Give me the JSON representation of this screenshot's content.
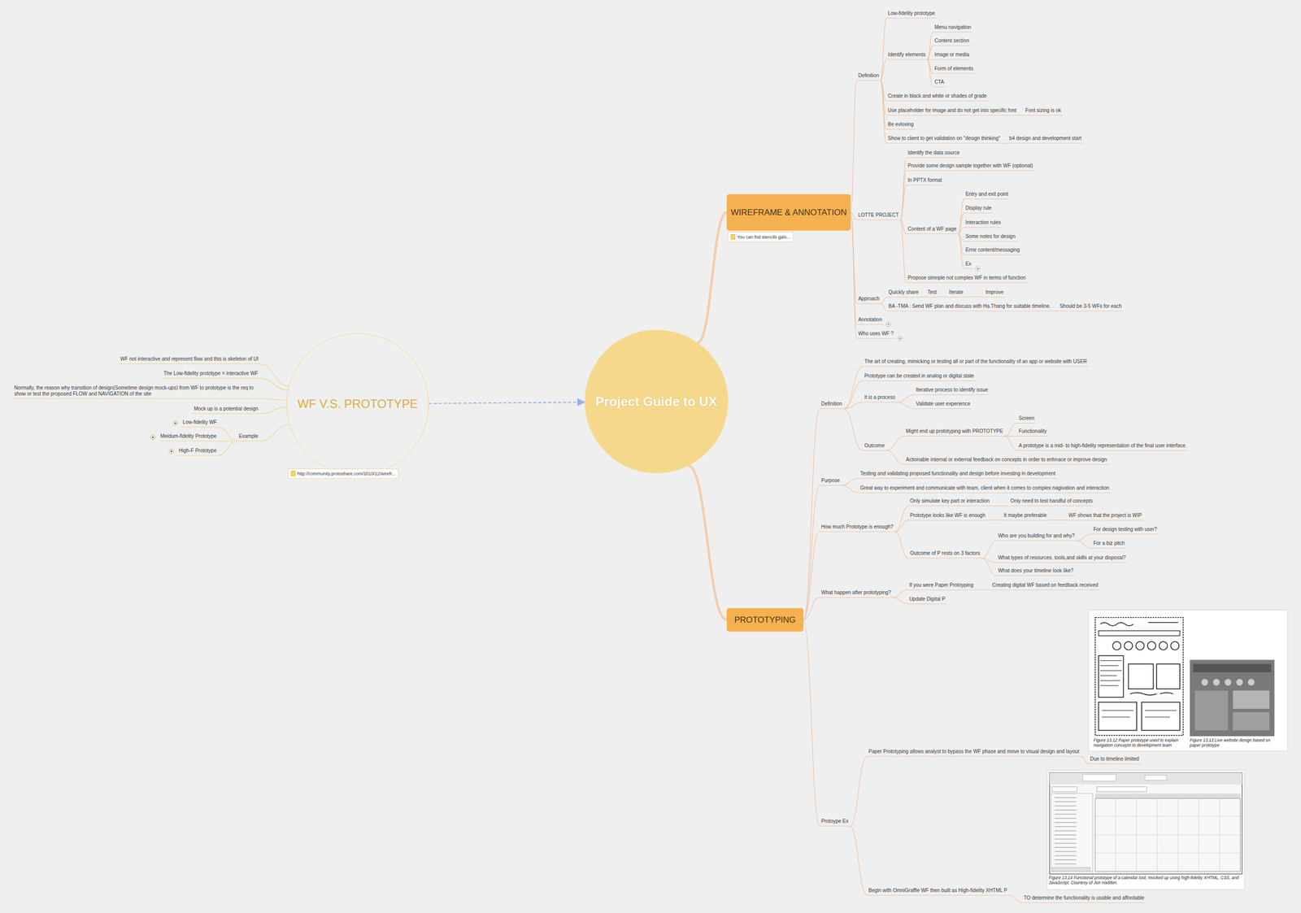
{
  "diagram": {
    "nodes": [
      {
        "text": [
          "Project Guide to UX"
        ]
      },
      {
        "text": [
          "WIREFRAME & ANNOTATION"
        ]
      },
      {
        "text": [
          "You can fnd stencils galo..."
        ]
      },
      {
        "text": [
          "Definition"
        ]
      },
      {
        "text": [
          "Low-fidelity prototype"
        ]
      },
      {
        "text": [
          "Identify elements"
        ]
      },
      {
        "text": [
          "Menu navigation"
        ]
      },
      {
        "text": [
          "Content section"
        ]
      },
      {
        "text": [
          "Image or media"
        ]
      },
      {
        "text": [
          "Form of elements"
        ]
      },
      {
        "text": [
          "CTA"
        ]
      },
      {
        "text": [
          "Create in black and white or shades of grade"
        ]
      },
      {
        "text": [
          "Use placeholder for image and do not get into specific font"
        ]
      },
      {
        "text": [
          "Font sizing is ok"
        ]
      },
      {
        "text": [
          "Be evloving"
        ]
      },
      {
        "text": [
          "Show to client to get validation on \"design thinking\""
        ]
      },
      {
        "text": [
          "b4 design and development start"
        ]
      },
      {
        "text": [
          "LOTTE PROJECT"
        ]
      },
      {
        "text": [
          "Identify the data source"
        ]
      },
      {
        "text": [
          "Provide some design sample together with WF (optional)"
        ]
      },
      {
        "text": [
          "In PPTX format"
        ]
      },
      {
        "text": [
          "Content of a WF page"
        ]
      },
      {
        "text": [
          "Entry and exit point"
        ]
      },
      {
        "text": [
          "Display rule"
        ]
      },
      {
        "text": [
          "Interaction rules"
        ]
      },
      {
        "text": [
          "Some notes for design"
        ]
      },
      {
        "text": [
          "Error content/messaging"
        ]
      },
      {
        "text": [
          "Ex"
        ]
      },
      {
        "text": [
          "Propose simnple not complex WF in terms of function"
        ]
      },
      {
        "text": [
          "Approach"
        ]
      },
      {
        "text": [
          "Quickly share"
        ]
      },
      {
        "text": [
          "Test"
        ]
      },
      {
        "text": [
          "Iterate"
        ]
      },
      {
        "text": [
          "Improve"
        ]
      },
      {
        "text": [
          "BA -TMA : Send WF plan and discuss with Ha.Thang for suitable timeline."
        ]
      },
      {
        "text": [
          "Should be 3-5 WFs for each"
        ]
      },
      {
        "text": [
          "Annotation"
        ]
      },
      {
        "text": [
          "Who uses WF ?"
        ]
      },
      {
        "text": [
          "PROTOTYPING"
        ]
      },
      {
        "text": [
          "Definition"
        ]
      },
      {
        "text": [
          "The art of creating, mimicking or testing all or part of the functionality of an app or website with USER"
        ]
      },
      {
        "text": [
          "Prototype can be created in analog or digital state"
        ]
      },
      {
        "text": [
          "It is a process"
        ]
      },
      {
        "text": [
          "Iterative process to identify issue"
        ]
      },
      {
        "text": [
          "Validate user experience"
        ]
      },
      {
        "text": [
          "Outcome"
        ]
      },
      {
        "text": [
          "Might end up prototyping with PROTOTYPE"
        ]
      },
      {
        "text": [
          "Screen"
        ]
      },
      {
        "text": [
          "Functionality"
        ]
      },
      {
        "text": [
          "A prototype is a mid- to high-fidelity representation of the final user interface."
        ]
      },
      {
        "text": [
          "Actionable internal or external feedback on concepts in order to enhnace or improve design"
        ]
      },
      {
        "text": [
          "Purpose"
        ]
      },
      {
        "text": [
          "Testing and validating proposed functionality and design before investing in development"
        ]
      },
      {
        "text": [
          "Great way to experiment and communicate with team, client when it comes to complex nagivation and interaction"
        ]
      },
      {
        "text": [
          "How much Prototype is enough?"
        ]
      },
      {
        "text": [
          "Only simulate key part or interaction"
        ]
      },
      {
        "text": [
          "Only need to test handful of concepts"
        ]
      },
      {
        "text": [
          "Prototype looks like WF is enough"
        ]
      },
      {
        "text": [
          "It maybe preferable"
        ]
      },
      {
        "text": [
          "WF shows that the project is WIP"
        ]
      },
      {
        "text": [
          "Outcome of P rests on 3 factors"
        ]
      },
      {
        "text": [
          "Who are you building for and why?"
        ]
      },
      {
        "text": [
          "For design testing with user?"
        ]
      },
      {
        "text": [
          "For a biz pitch"
        ]
      },
      {
        "text": [
          "What types of resources, tools,and skills at your disposal?"
        ]
      },
      {
        "text": [
          "What does your timeline look like?"
        ]
      },
      {
        "text": [
          "What happen after prototyping?"
        ]
      },
      {
        "text": [
          "If you were Paper Protoyping"
        ]
      },
      {
        "text": [
          "Creating digital WF based on feedback received"
        ]
      },
      {
        "text": [
          "Update Digital P"
        ]
      },
      {
        "text": [
          "Protoype Ex"
        ]
      },
      {
        "text": [
          "Paper Prototyping allows analyst to bypass the WF phase and move to visual design and layout"
        ]
      },
      {
        "text": [
          "Due to timeline limited"
        ]
      },
      {
        "text": [
          "Begin with OmniGraffle WF then built as High-fidelity XHTML P"
        ]
      },
      {
        "text": [
          "TO determine the functionality is usable and affordable"
        ]
      },
      {
        "text": [
          "WF V.S. PROTOTYPE"
        ]
      },
      {
        "text": [
          "http://community.protoshare.com/2010/12/wirefr..."
        ]
      },
      {
        "text": [
          "WF not interactive and represent flow and this is skeleton of UI"
        ]
      },
      {
        "text": [
          "The Low-fidelity prototype = interactive WF"
        ]
      },
      {
        "text": [
          "Normally, the reason why transition of design(Sometime design mock-ups) from WF to prototype is the req to show or test the proposed FLOW and NAVIGATION of the site"
        ]
      },
      {
        "text": [
          "Mock up is a potential design"
        ]
      },
      {
        "text": [
          "Example"
        ]
      },
      {
        "text": [
          "Low-fidelity WF"
        ]
      },
      {
        "text": [
          "Meidum-fidelity Prototype"
        ]
      },
      {
        "text": [
          "High-F Prototype"
        ]
      }
    ],
    "edges": [
      {
        "from": 0,
        "to": 1,
        "arrow": "none"
      },
      {
        "from": 0,
        "to": 38,
        "arrow": "none"
      },
      {
        "from": 1,
        "to": 3,
        "arrow": "none"
      },
      {
        "from": 3,
        "to": 4,
        "arrow": "none"
      },
      {
        "from": 3,
        "to": 5,
        "arrow": "none"
      },
      {
        "from": 5,
        "to": 6,
        "arrow": "none"
      },
      {
        "from": 5,
        "to": 7,
        "arrow": "none"
      },
      {
        "from": 5,
        "to": 8,
        "arrow": "none"
      },
      {
        "from": 5,
        "to": 9,
        "arrow": "none"
      },
      {
        "from": 5,
        "to": 10,
        "arrow": "none"
      },
      {
        "from": 3,
        "to": 11,
        "arrow": "none"
      },
      {
        "from": 3,
        "to": 12,
        "arrow": "none"
      },
      {
        "from": 12,
        "to": 13,
        "arrow": "none"
      },
      {
        "from": 3,
        "to": 14,
        "arrow": "none"
      },
      {
        "from": 3,
        "to": 15,
        "arrow": "none"
      },
      {
        "from": 15,
        "to": 16,
        "arrow": "none"
      },
      {
        "from": 1,
        "to": 17,
        "arrow": "none"
      },
      {
        "from": 17,
        "to": 18,
        "arrow": "none"
      },
      {
        "from": 17,
        "to": 19,
        "arrow": "none"
      },
      {
        "from": 17,
        "to": 20,
        "arrow": "none"
      },
      {
        "from": 17,
        "to": 21,
        "arrow": "none"
      },
      {
        "from": 21,
        "to": 22,
        "arrow": "none"
      },
      {
        "from": 21,
        "to": 23,
        "arrow": "none"
      },
      {
        "from": 21,
        "to": 24,
        "arrow": "none"
      },
      {
        "from": 21,
        "to": 25,
        "arrow": "none"
      },
      {
        "from": 21,
        "to": 26,
        "arrow": "none"
      },
      {
        "from": 21,
        "to": 27,
        "arrow": "none"
      },
      {
        "from": 17,
        "to": 28,
        "arrow": "none"
      },
      {
        "from": 1,
        "to": 29,
        "arrow": "none"
      },
      {
        "from": 29,
        "to": 30,
        "arrow": "none"
      },
      {
        "from": 30,
        "to": 31,
        "arrow": "none"
      },
      {
        "from": 31,
        "to": 32,
        "arrow": "none"
      },
      {
        "from": 32,
        "to": 33,
        "arrow": "none"
      },
      {
        "from": 29,
        "to": 34,
        "arrow": "none"
      },
      {
        "from": 34,
        "to": 35,
        "arrow": "none"
      },
      {
        "from": 1,
        "to": 36,
        "arrow": "none"
      },
      {
        "from": 1,
        "to": 37,
        "arrow": "none"
      },
      {
        "from": 38,
        "to": 39,
        "arrow": "none"
      },
      {
        "from": 39,
        "to": 40,
        "arrow": "none"
      },
      {
        "from": 39,
        "to": 41,
        "arrow": "none"
      },
      {
        "from": 39,
        "to": 42,
        "arrow": "none"
      },
      {
        "from": 42,
        "to": 43,
        "arrow": "none"
      },
      {
        "from": 42,
        "to": 44,
        "arrow": "none"
      },
      {
        "from": 39,
        "to": 45,
        "arrow": "none"
      },
      {
        "from": 45,
        "to": 46,
        "arrow": "none"
      },
      {
        "from": 46,
        "to": 47,
        "arrow": "none"
      },
      {
        "from": 46,
        "to": 48,
        "arrow": "none"
      },
      {
        "from": 46,
        "to": 49,
        "arrow": "none"
      },
      {
        "from": 45,
        "to": 50,
        "arrow": "none"
      },
      {
        "from": 38,
        "to": 51,
        "arrow": "none"
      },
      {
        "from": 51,
        "to": 52,
        "arrow": "none"
      },
      {
        "from": 51,
        "to": 53,
        "arrow": "none"
      },
      {
        "from": 38,
        "to": 54,
        "arrow": "none"
      },
      {
        "from": 54,
        "to": 55,
        "arrow": "none"
      },
      {
        "from": 55,
        "to": 56,
        "arrow": "none"
      },
      {
        "from": 54,
        "to": 57,
        "arrow": "none"
      },
      {
        "from": 57,
        "to": 58,
        "arrow": "none"
      },
      {
        "from": 58,
        "to": 59,
        "arrow": "none"
      },
      {
        "from": 54,
        "to": 60,
        "arrow": "none"
      },
      {
        "from": 60,
        "to": 61,
        "arrow": "none"
      },
      {
        "from": 61,
        "to": 62,
        "arrow": "none"
      },
      {
        "from": 61,
        "to": 63,
        "arrow": "none"
      },
      {
        "from": 60,
        "to": 64,
        "arrow": "none"
      },
      {
        "from": 60,
        "to": 65,
        "arrow": "none"
      },
      {
        "from": 38,
        "to": 66,
        "arrow": "none"
      },
      {
        "from": 66,
        "to": 67,
        "arrow": "none"
      },
      {
        "from": 67,
        "to": 68,
        "arrow": "none"
      },
      {
        "from": 66,
        "to": 69,
        "arrow": "none"
      },
      {
        "from": 38,
        "to": 70,
        "arrow": "none"
      },
      {
        "from": 70,
        "to": 71,
        "arrow": "none"
      },
      {
        "from": 71,
        "to": 72,
        "arrow": "none"
      },
      {
        "from": 70,
        "to": 73,
        "arrow": "none"
      },
      {
        "from": 73,
        "to": 74,
        "arrow": "none"
      },
      {
        "from": 75,
        "to": 0,
        "arrow": "to"
      },
      {
        "from": 75,
        "to": 77,
        "arrow": "none"
      },
      {
        "from": 75,
        "to": 78,
        "arrow": "none"
      },
      {
        "from": 75,
        "to": 79,
        "arrow": "none"
      },
      {
        "from": 75,
        "to": 80,
        "arrow": "none"
      },
      {
        "from": 75,
        "to": 81,
        "arrow": "none"
      },
      {
        "from": 81,
        "to": 82,
        "arrow": "none"
      },
      {
        "from": 81,
        "to": 83,
        "arrow": "none"
      },
      {
        "from": 81,
        "to": 84,
        "arrow": "none"
      }
    ],
    "labels": [
      "Figure 13.12 Paper prototype used to explain navigation concepts to development team",
      "Figure 13.13 Live website design based on paper prototype",
      "Figure 13.14 Functional prototype of a calendar tool, mocked up using high-fidelity XHTML, CSS, and JavaScript. Courtesy of Jon Hadden."
    ]
  }
}
